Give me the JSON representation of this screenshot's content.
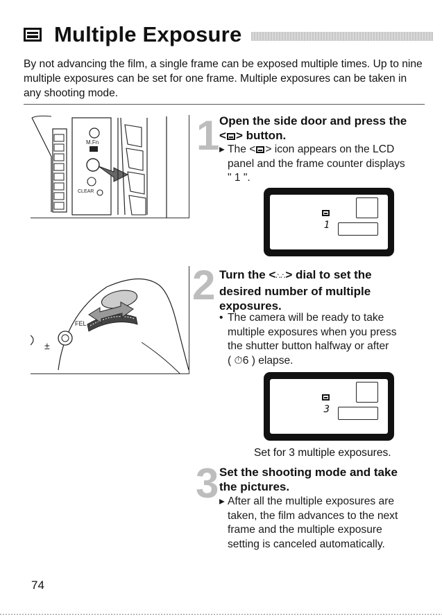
{
  "header": {
    "title": "Multiple Exposure",
    "icon": "multiple-exposure-icon"
  },
  "intro": "By not advancing the film, a single frame can be exposed multiple times. Up to nine multiple exposures can be set for one frame. Multiple exposures can be taken in any shooting mode.",
  "illustration1": {
    "labels": [
      "M.Fn",
      "CLEAR"
    ]
  },
  "illustration2": {
    "labels": [
      "FEL"
    ]
  },
  "steps": [
    {
      "number": "1",
      "heading_a": "Open the side door and press the",
      "heading_b_pre": "<",
      "heading_b_post": "> button.",
      "bullet": "▸",
      "body_a_pre": "The <",
      "body_a_post": "> icon appears on the LCD",
      "body_b": "panel and the frame counter displays",
      "body_c": "\" 1 \"."
    },
    {
      "number": "2",
      "heading_a": "Turn the <",
      "heading_dial": "∴∴",
      "heading_a_post": "> dial to set the",
      "heading_b": "desired number of multiple",
      "heading_c": "exposures.",
      "bullet": "•",
      "body_a": "The camera will be ready to take",
      "body_b": "multiple exposures when you press",
      "body_c": "the shutter button halfway or after",
      "body_d": "( ⏱6 ) elapse."
    },
    {
      "number": "3",
      "heading_a": "Set the shooting mode and take",
      "heading_b": "the pictures.",
      "bullet": "▸",
      "body_a": "After all the multiple exposures are",
      "body_b": "taken, the film advances to the next",
      "body_c": "frame and the multiple exposure",
      "body_d": "setting is canceled automatically."
    }
  ],
  "lcd1": {
    "counter": "1"
  },
  "lcd2": {
    "counter": "3"
  },
  "caption": "Set for 3 multiple exposures.",
  "page_number": "74"
}
